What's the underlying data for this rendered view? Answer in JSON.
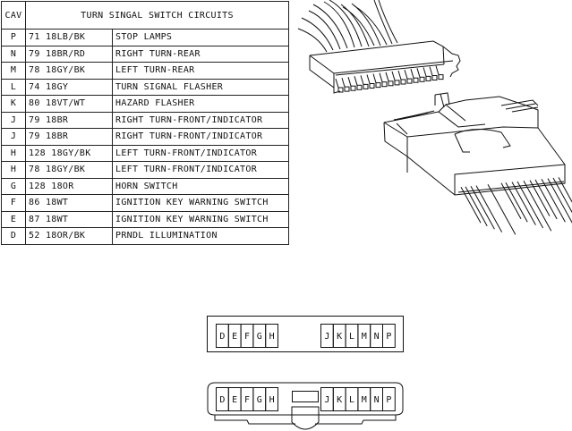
{
  "table": {
    "header_cav": "CAV",
    "title": "TURN SINGAL SWITCH CIRCUITS",
    "rows": [
      {
        "cav": "P",
        "circuit": "71 18LB/BK",
        "description": "STOP LAMPS"
      },
      {
        "cav": "N",
        "circuit": "79 18BR/RD",
        "description": "RIGHT TURN-REAR"
      },
      {
        "cav": "M",
        "circuit": "78 18GY/BK",
        "description": "LEFT TURN-REAR"
      },
      {
        "cav": "L",
        "circuit": "74 18GY",
        "description": "TURN SIGNAL FLASHER"
      },
      {
        "cav": "K",
        "circuit": "80 18VT/WT",
        "description": "HAZARD FLASHER"
      },
      {
        "cav": "J",
        "circuit": "79 18BR",
        "description": "RIGHT TURN-FRONT/INDICATOR"
      },
      {
        "cav": "J",
        "circuit": "79 18BR",
        "description": "RIGHT TURN-FRONT/INDICATOR"
      },
      {
        "cav": "H",
        "circuit": "128 18GY/BK",
        "description": "LEFT TURN-FRONT/INDICATOR"
      },
      {
        "cav": "H",
        "circuit": "78 18GY/BK",
        "description": "LEFT TURN-FRONT/INDICATOR"
      },
      {
        "cav": "G",
        "circuit": "128 18OR",
        "description": "HORN SWITCH"
      },
      {
        "cav": "F",
        "circuit": "86 18WT",
        "description": "IGNITION KEY WARNING SWITCH"
      },
      {
        "cav": "E",
        "circuit": "87 18WT",
        "description": "IGNITION KEY WARNING SWITCH"
      },
      {
        "cav": "D",
        "circuit": "52 18OR/BK",
        "description": "PRNDL ILLUMINATION"
      }
    ]
  },
  "connector_faces": {
    "left_pins": [
      "D",
      "E",
      "F",
      "G",
      "H"
    ],
    "right_pins": [
      "J",
      "K",
      "L",
      "M",
      "N",
      "P"
    ]
  }
}
